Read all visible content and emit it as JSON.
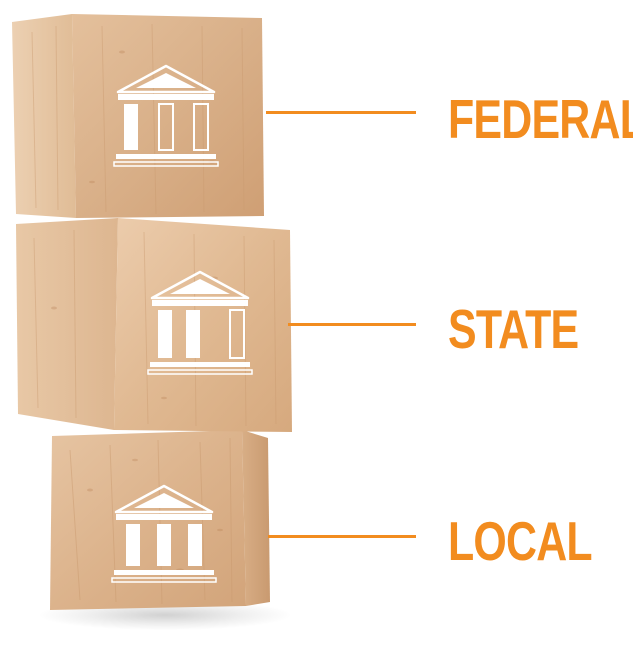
{
  "colors": {
    "accent": "#f28c1f",
    "wood_light": "#e8c8a8",
    "wood_mid": "#d9b08a",
    "wood_dark": "#c8946a",
    "icon": "#ffffff"
  },
  "levels": [
    {
      "label": "FEDERAL",
      "icon": "government-building-icon"
    },
    {
      "label": "STATE",
      "icon": "government-building-icon"
    },
    {
      "label": "LOCAL",
      "icon": "government-building-icon"
    }
  ]
}
